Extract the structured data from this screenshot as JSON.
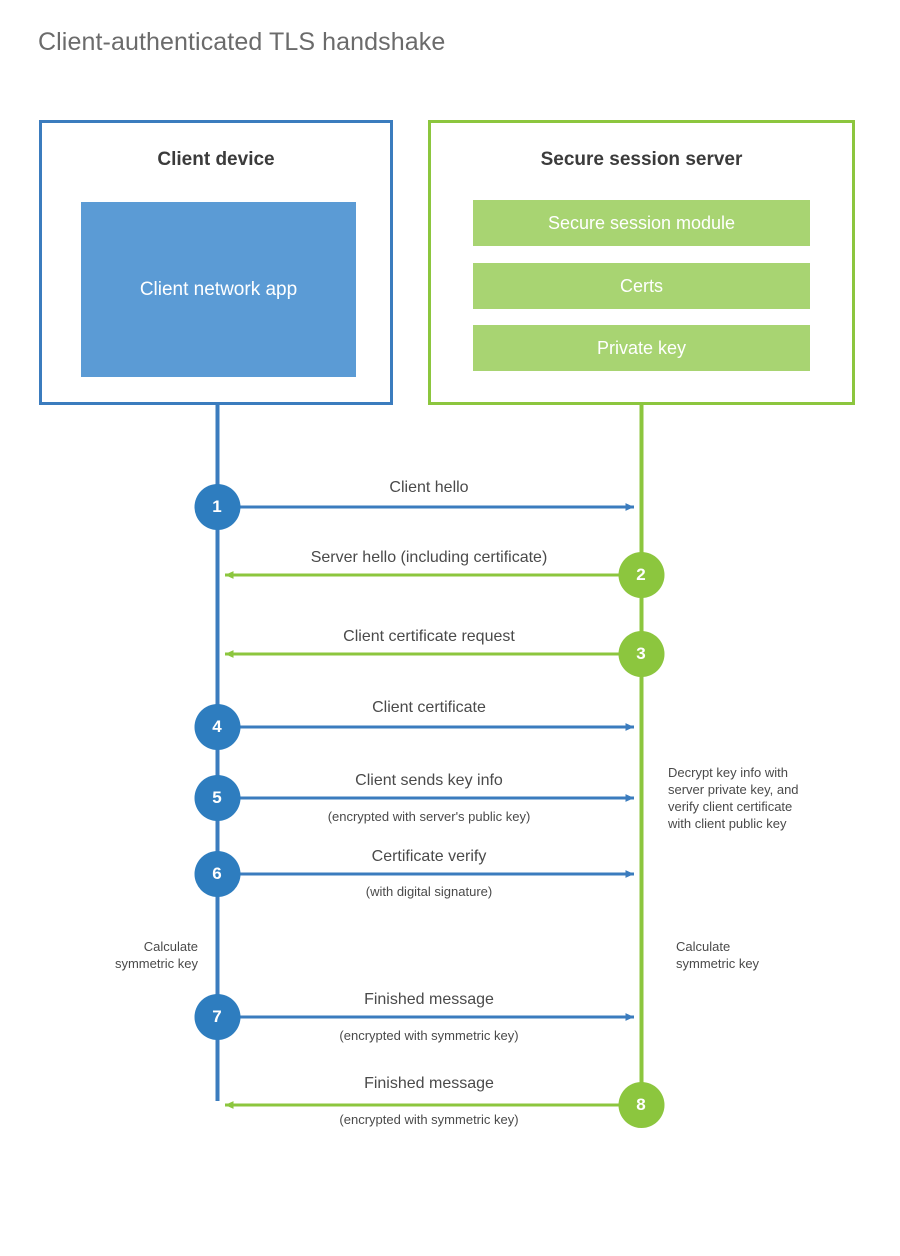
{
  "title": "Client-authenticated TLS handshake",
  "colors": {
    "client_border": "#3b7cbe",
    "client_fill": "#5b9bd5",
    "client_circle": "#2e7dbf",
    "server_border": "#8cc63e",
    "server_fill": "#a8d472",
    "server_circle": "#8cc63e",
    "text": "#4a4a4a",
    "title_text": "#6b6b6b",
    "background": "#ffffff"
  },
  "client": {
    "title": "Client device",
    "app_label": "Client network app"
  },
  "server": {
    "title": "Secure session server",
    "modules": [
      {
        "label": "Secure session module"
      },
      {
        "label": "Certs"
      },
      {
        "label": "Private key"
      }
    ]
  },
  "steps": [
    {
      "number": "1",
      "label": "Client hello",
      "sublabel": "",
      "direction": "client-to-server",
      "color": "#3b7cbe"
    },
    {
      "number": "2",
      "label": "Server hello (including certificate)",
      "sublabel": "",
      "direction": "server-to-client",
      "color": "#8cc63e"
    },
    {
      "number": "3",
      "label": "Client certificate request",
      "sublabel": "",
      "direction": "server-to-client",
      "color": "#8cc63e"
    },
    {
      "number": "4",
      "label": "Client certificate",
      "sublabel": "",
      "direction": "client-to-server",
      "color": "#3b7cbe"
    },
    {
      "number": "5",
      "label": "Client sends key info",
      "sublabel": "(encrypted with server's public key)",
      "direction": "client-to-server",
      "color": "#3b7cbe"
    },
    {
      "number": "6",
      "label": "Certificate verify",
      "sublabel": "(with digital signature)",
      "direction": "client-to-server",
      "color": "#3b7cbe"
    },
    {
      "number": "7",
      "label": "Finished message",
      "sublabel": "(encrypted with symmetric key)",
      "direction": "client-to-server",
      "color": "#3b7cbe"
    },
    {
      "number": "8",
      "label": "Finished message",
      "sublabel": "(encrypted with symmetric key)",
      "direction": "server-to-client",
      "color": "#8cc63e"
    }
  ],
  "notes": {
    "server_decrypt": "Decrypt key info with server private key, and verify client certificate with client public key",
    "server_decrypt_lines": [
      "Decrypt key info with",
      "server private key, and",
      "verify client certificate",
      "with client public key"
    ],
    "client_calculate_lines": [
      "Calculate",
      "symmetric key"
    ],
    "server_calculate_lines": [
      "Calculate",
      "symmetric key"
    ]
  }
}
